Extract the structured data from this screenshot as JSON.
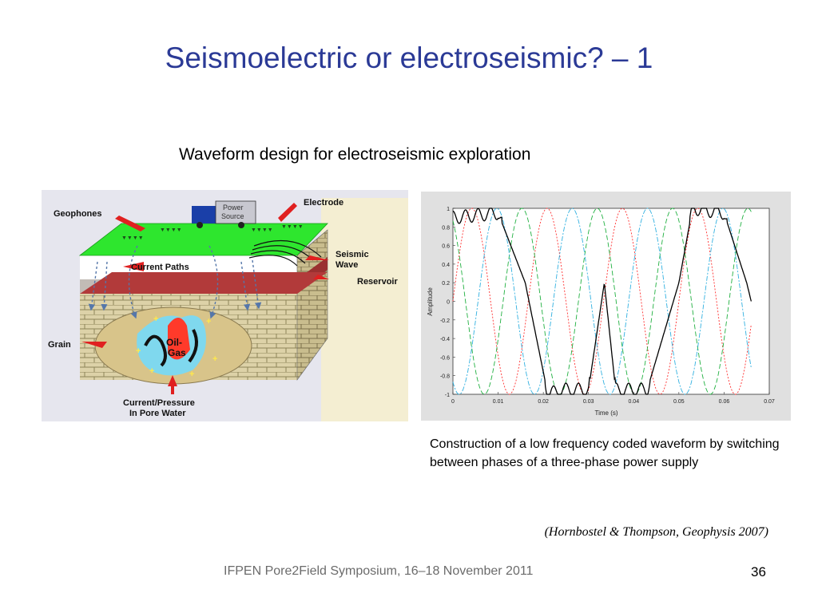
{
  "slide": {
    "title": "Seismoelectric or electroseismic? – 1",
    "subtitle": "Waveform design for electroseismic exploration",
    "caption": "Construction of a low frequency coded waveform by switching between phases of a three-phase power supply",
    "citation": "(Hornbostel & Thompson, Geophysis 2007)",
    "footer": "IFPEN Pore2Field Symposium, 16–18 November 2011",
    "page_number": "36"
  },
  "diagram": {
    "labels": {
      "geophones": "Geophones",
      "power_source": [
        "Power",
        "Source"
      ],
      "electrode": "Electrode",
      "current_paths": "Current Paths",
      "seismic_wave": [
        "Seismic",
        "Wave"
      ],
      "reservoir": "Reservoir",
      "grain": "Grain",
      "oil_gas": [
        "Oil-",
        "Gas"
      ],
      "current_pressure": [
        "Current/Pressure",
        "In Pore Water"
      ]
    },
    "colors": {
      "surface": "#2ee62e",
      "reservoir": "#b23a3a",
      "arrow": "#e02020",
      "background": "#e6e6ee"
    }
  },
  "chart_data": {
    "type": "line",
    "title": "",
    "xlabel": "Time (s)",
    "ylabel": "Amplitude",
    "xlim": [
      0,
      0.07
    ],
    "ylim": [
      -1,
      1
    ],
    "x_ticks": [
      "0",
      "0.01",
      "0.02",
      "0.03",
      "0.04",
      "0.05",
      "0.06",
      "0.07"
    ],
    "y_ticks": [
      "1",
      "0.8",
      "0.6",
      "0.4",
      "0.2",
      "0",
      "-0.2",
      "-0.4",
      "-0.6",
      "-0.8",
      "-1"
    ],
    "grid": false,
    "series": [
      {
        "color": "#ff3030",
        "style": "dotted",
        "frequency_hz": 60,
        "phase_deg": 0
      },
      {
        "color": "#20b040",
        "style": "dashed",
        "frequency_hz": 60,
        "phase_deg": 120
      },
      {
        "color": "#30b0e0",
        "style": "dashdot",
        "frequency_hz": 60,
        "phase_deg": 240
      },
      {
        "color": "#000000",
        "style": "solid",
        "description": "coded waveform switching between phases",
        "envelope_points": [
          [
            0,
            0.9
          ],
          [
            0.01,
            0.95
          ],
          [
            0.016,
            0.2
          ],
          [
            0.021,
            -1.0
          ],
          [
            0.024,
            -0.95
          ],
          [
            0.03,
            -0.95
          ],
          [
            0.0335,
            0.2
          ],
          [
            0.036,
            -0.95
          ],
          [
            0.043,
            -0.95
          ],
          [
            0.05,
            0.2
          ],
          [
            0.053,
            1.0
          ],
          [
            0.06,
            0.95
          ],
          [
            0.065,
            0.2
          ],
          [
            0.066,
            0.0
          ]
        ]
      }
    ]
  }
}
